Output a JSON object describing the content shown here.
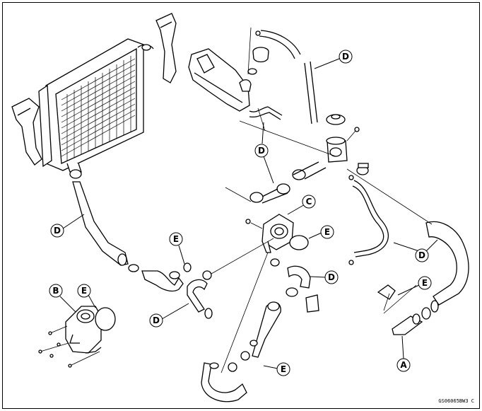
{
  "diagram": {
    "figure_code": "GS06065BW3 C",
    "callouts": {
      "a": "A",
      "b": "B",
      "c": "C",
      "d": "D",
      "e": "E"
    }
  },
  "colors": {
    "line": "#000000",
    "background": "#ffffff"
  }
}
